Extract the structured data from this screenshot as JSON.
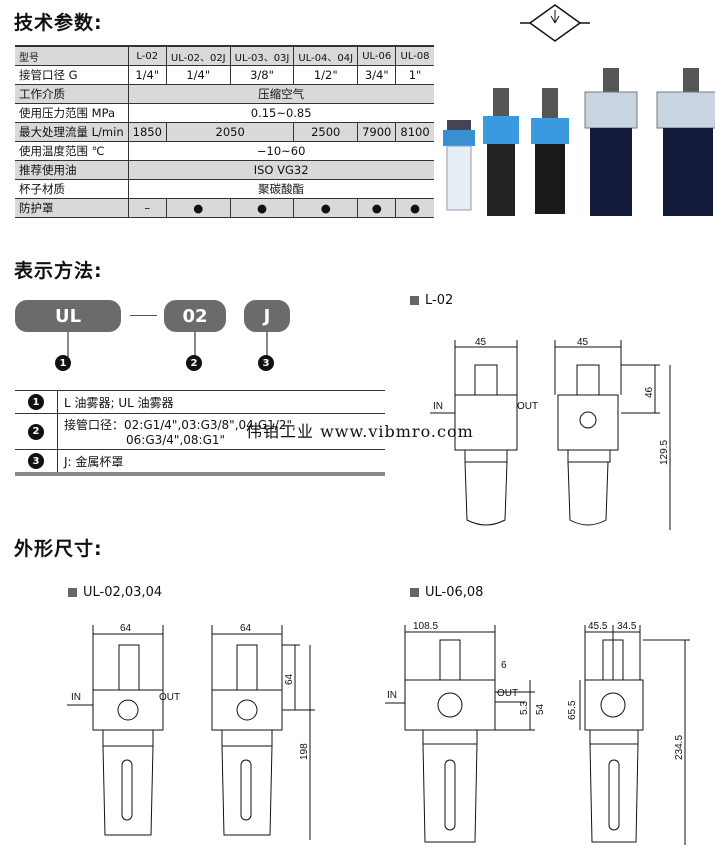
{
  "titles": {
    "spec": "技术参数:",
    "notation": "表示方法:",
    "dims": "外形尺寸:"
  },
  "spec_table": {
    "rows": [
      {
        "label": "型号",
        "cells": [
          "L-02",
          "UL-02、02J",
          "UL-03、03J",
          "UL-04、04J",
          "UL-06",
          "UL-08"
        ]
      },
      {
        "label": "接管口径 G",
        "cells": [
          "1/4\"",
          "1/4\"",
          "3/8\"",
          "1/2\"",
          "3/4\"",
          "1\""
        ]
      },
      {
        "label": "工作介质",
        "span": "压缩空气"
      },
      {
        "label": "使用压力范围 MPa",
        "span": "0.15~0.85"
      },
      {
        "label": "最大处理流量 L/min",
        "cells": [
          "1850",
          "2050",
          "2500",
          "7900",
          "8100"
        ]
      },
      {
        "label": "使用温度范围 ℃",
        "span": "−10~60"
      },
      {
        "label": "推荐使用油",
        "span": "ISO VG32"
      },
      {
        "label": "杯子材质",
        "span": "聚碳酸酯"
      },
      {
        "label": "防护罩",
        "cells": [
          "–",
          "●",
          "●",
          "●",
          "●",
          "●"
        ]
      }
    ]
  },
  "notation": {
    "parts": [
      "UL",
      "02",
      "J"
    ],
    "nums": [
      "1",
      "2",
      "3"
    ],
    "legend": [
      {
        "num": "1",
        "text": "L 油雾器; UL 油雾器"
      },
      {
        "num": "2",
        "text": "接管口径：02:G1/4\",03:G3/8\",04:G1/2\",",
        "text2": "06:G3/4\",08:G1\""
      },
      {
        "num": "3",
        "text": "J: 金属杯罩"
      }
    ]
  },
  "watermark": "伟铂工业 www.vibmro.com",
  "drawings": {
    "l02": {
      "label": "L-02",
      "w": "45",
      "h1": "46",
      "h2": "129.5",
      "in": "IN",
      "out": "OUT"
    },
    "ul02": {
      "label": "UL-02,03,04",
      "w": "64",
      "h1": "64",
      "h2": "198",
      "in": "IN",
      "out": "OUT"
    },
    "ul06": {
      "label": "UL-06,08",
      "w": "108.5",
      "d1": "6",
      "d2": "5.3",
      "d3": "54",
      "w2": "45.5",
      "w3": "34.5",
      "h1": "65.5",
      "h2": "234.5",
      "in": "IN",
      "out": "OUT"
    }
  }
}
